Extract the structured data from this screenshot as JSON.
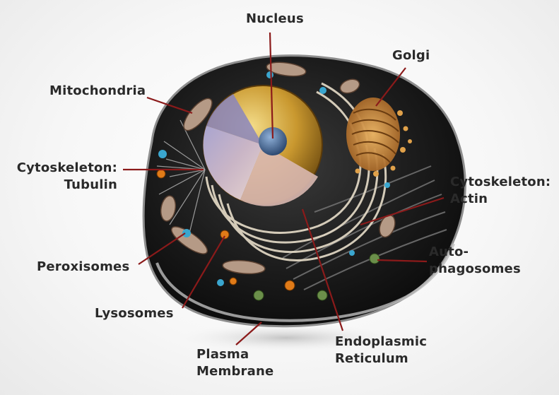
{
  "labels": {
    "nucleus": "Nucleus",
    "golgi": "Golgi",
    "mitochondria": "Mitochondria",
    "cytoskeleton_tubulin": "Cytoskeleton:\nTubulin",
    "cytoskeleton_actin": "Cytoskeleton:\nActin",
    "peroxisomes": "Peroxisomes",
    "autophagosomes": "Auto-\nphagosomes",
    "lysosomes": "Lysosomes",
    "endoplasmic_reticulum": "Endoplasmic\nReticulum",
    "plasma_membrane": "Plasma\nMembrane"
  },
  "colors": {
    "leader_line": "#8b1a1a",
    "cytoplasm": "#1e1e1e",
    "nucleus_shell": "#c9982f",
    "nucleolus": "#4f6f9a",
    "golgi": "#d08a3e",
    "er": "#e7ddc9",
    "mitochondria": "#b59a86",
    "lysosome": "#e07b18",
    "peroxisome": "#3aa6cf",
    "autophagosome": "#6b8f4a"
  }
}
